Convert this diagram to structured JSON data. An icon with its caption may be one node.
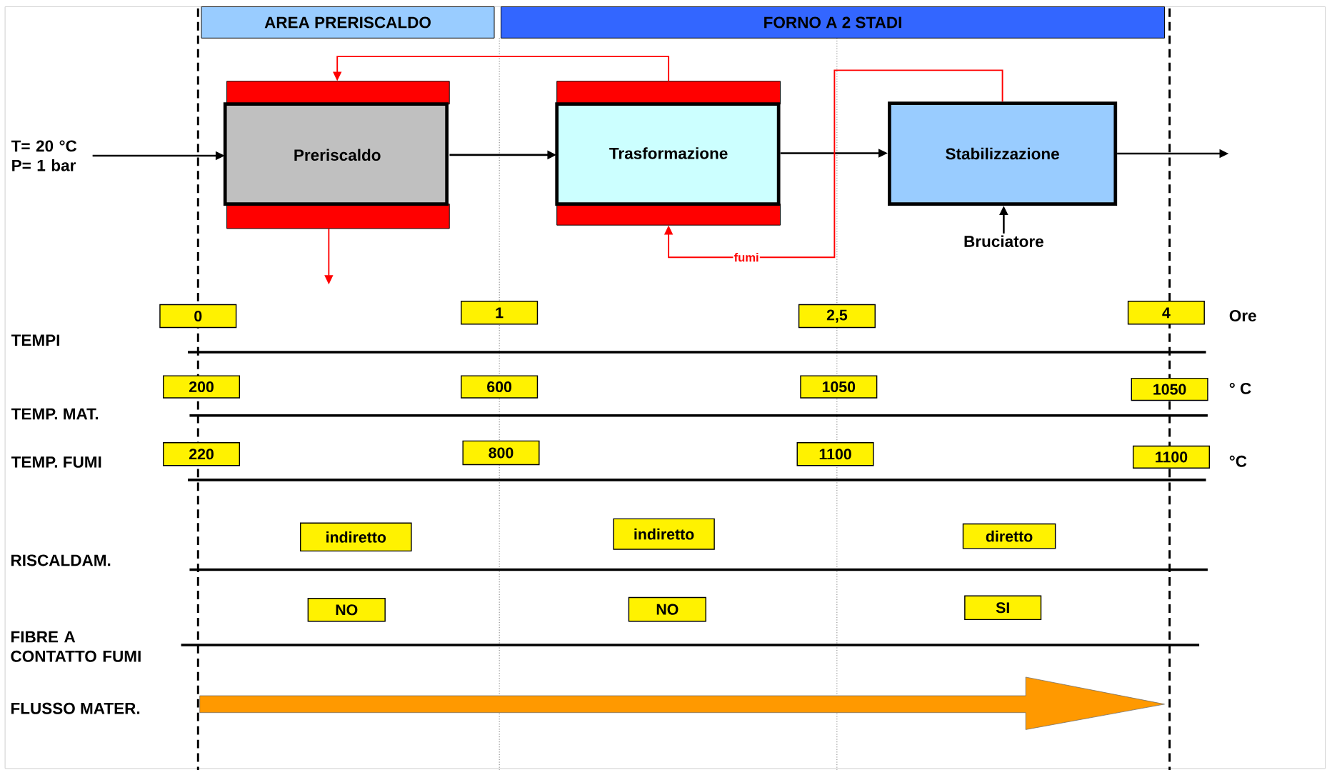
{
  "diagram": {
    "nodes": [
      {
        "text": [
          "AREA PRERISCALDO"
        ]
      },
      {
        "text": [
          "FORNO A 2 STADI"
        ]
      },
      {
        "text": [
          "T= 20 °C P= 1 bar"
        ]
      },
      {
        "text": [
          "Preriscaldo"
        ]
      },
      {
        "text": [
          "Trasformazione"
        ]
      },
      {
        "text": [
          "Stabilizzazione"
        ]
      },
      {
        "text": [
          "Bruciatore"
        ]
      },
      {
        "text": [
          "0"
        ]
      },
      {
        "text": [
          "1"
        ]
      },
      {
        "text": [
          "2,5"
        ]
      },
      {
        "text": [
          "4"
        ]
      },
      {
        "text": [
          "200"
        ]
      },
      {
        "text": [
          "600"
        ]
      },
      {
        "text": [
          "1050"
        ]
      },
      {
        "text": [
          "1050"
        ]
      },
      {
        "text": [
          "220"
        ]
      },
      {
        "text": [
          "800"
        ]
      },
      {
        "text": [
          "1100"
        ]
      },
      {
        "text": [
          "1100"
        ]
      },
      {
        "text": [
          "indiretto"
        ]
      },
      {
        "text": [
          "indiretto"
        ]
      },
      {
        "text": [
          "diretto"
        ]
      },
      {
        "text": [
          "NO"
        ]
      },
      {
        "text": [
          "NO"
        ]
      },
      {
        "text": [
          "SI"
        ]
      }
    ],
    "edges": [
      {
        "from": 2,
        "to": 3,
        "arrow": "to"
      },
      {
        "from": 3,
        "to": 4,
        "arrow": "to"
      },
      {
        "from": 4,
        "to": 5,
        "arrow": "to"
      },
      {
        "from": 5,
        "to": null,
        "arrow": "to"
      },
      {
        "from": 6,
        "to": 5,
        "arrow": "to"
      },
      {
        "from": 5,
        "to": 4,
        "arrow": "to",
        "label": "fumi",
        "color": "#ff0000"
      },
      {
        "from": 4,
        "to": 3,
        "arrow": "to",
        "color": "#ff0000"
      },
      {
        "from": 3,
        "to": null,
        "arrow": "to",
        "color": "#ff0000"
      }
    ],
    "labels": [
      "Ore",
      "TEMPI",
      "° C",
      "TEMP. MAT.",
      "TEMP. FUMI",
      "°C",
      "RISCALDAM.",
      "FIBRE A CONTATTO FUMI",
      "FLUSSO MATER."
    ]
  }
}
